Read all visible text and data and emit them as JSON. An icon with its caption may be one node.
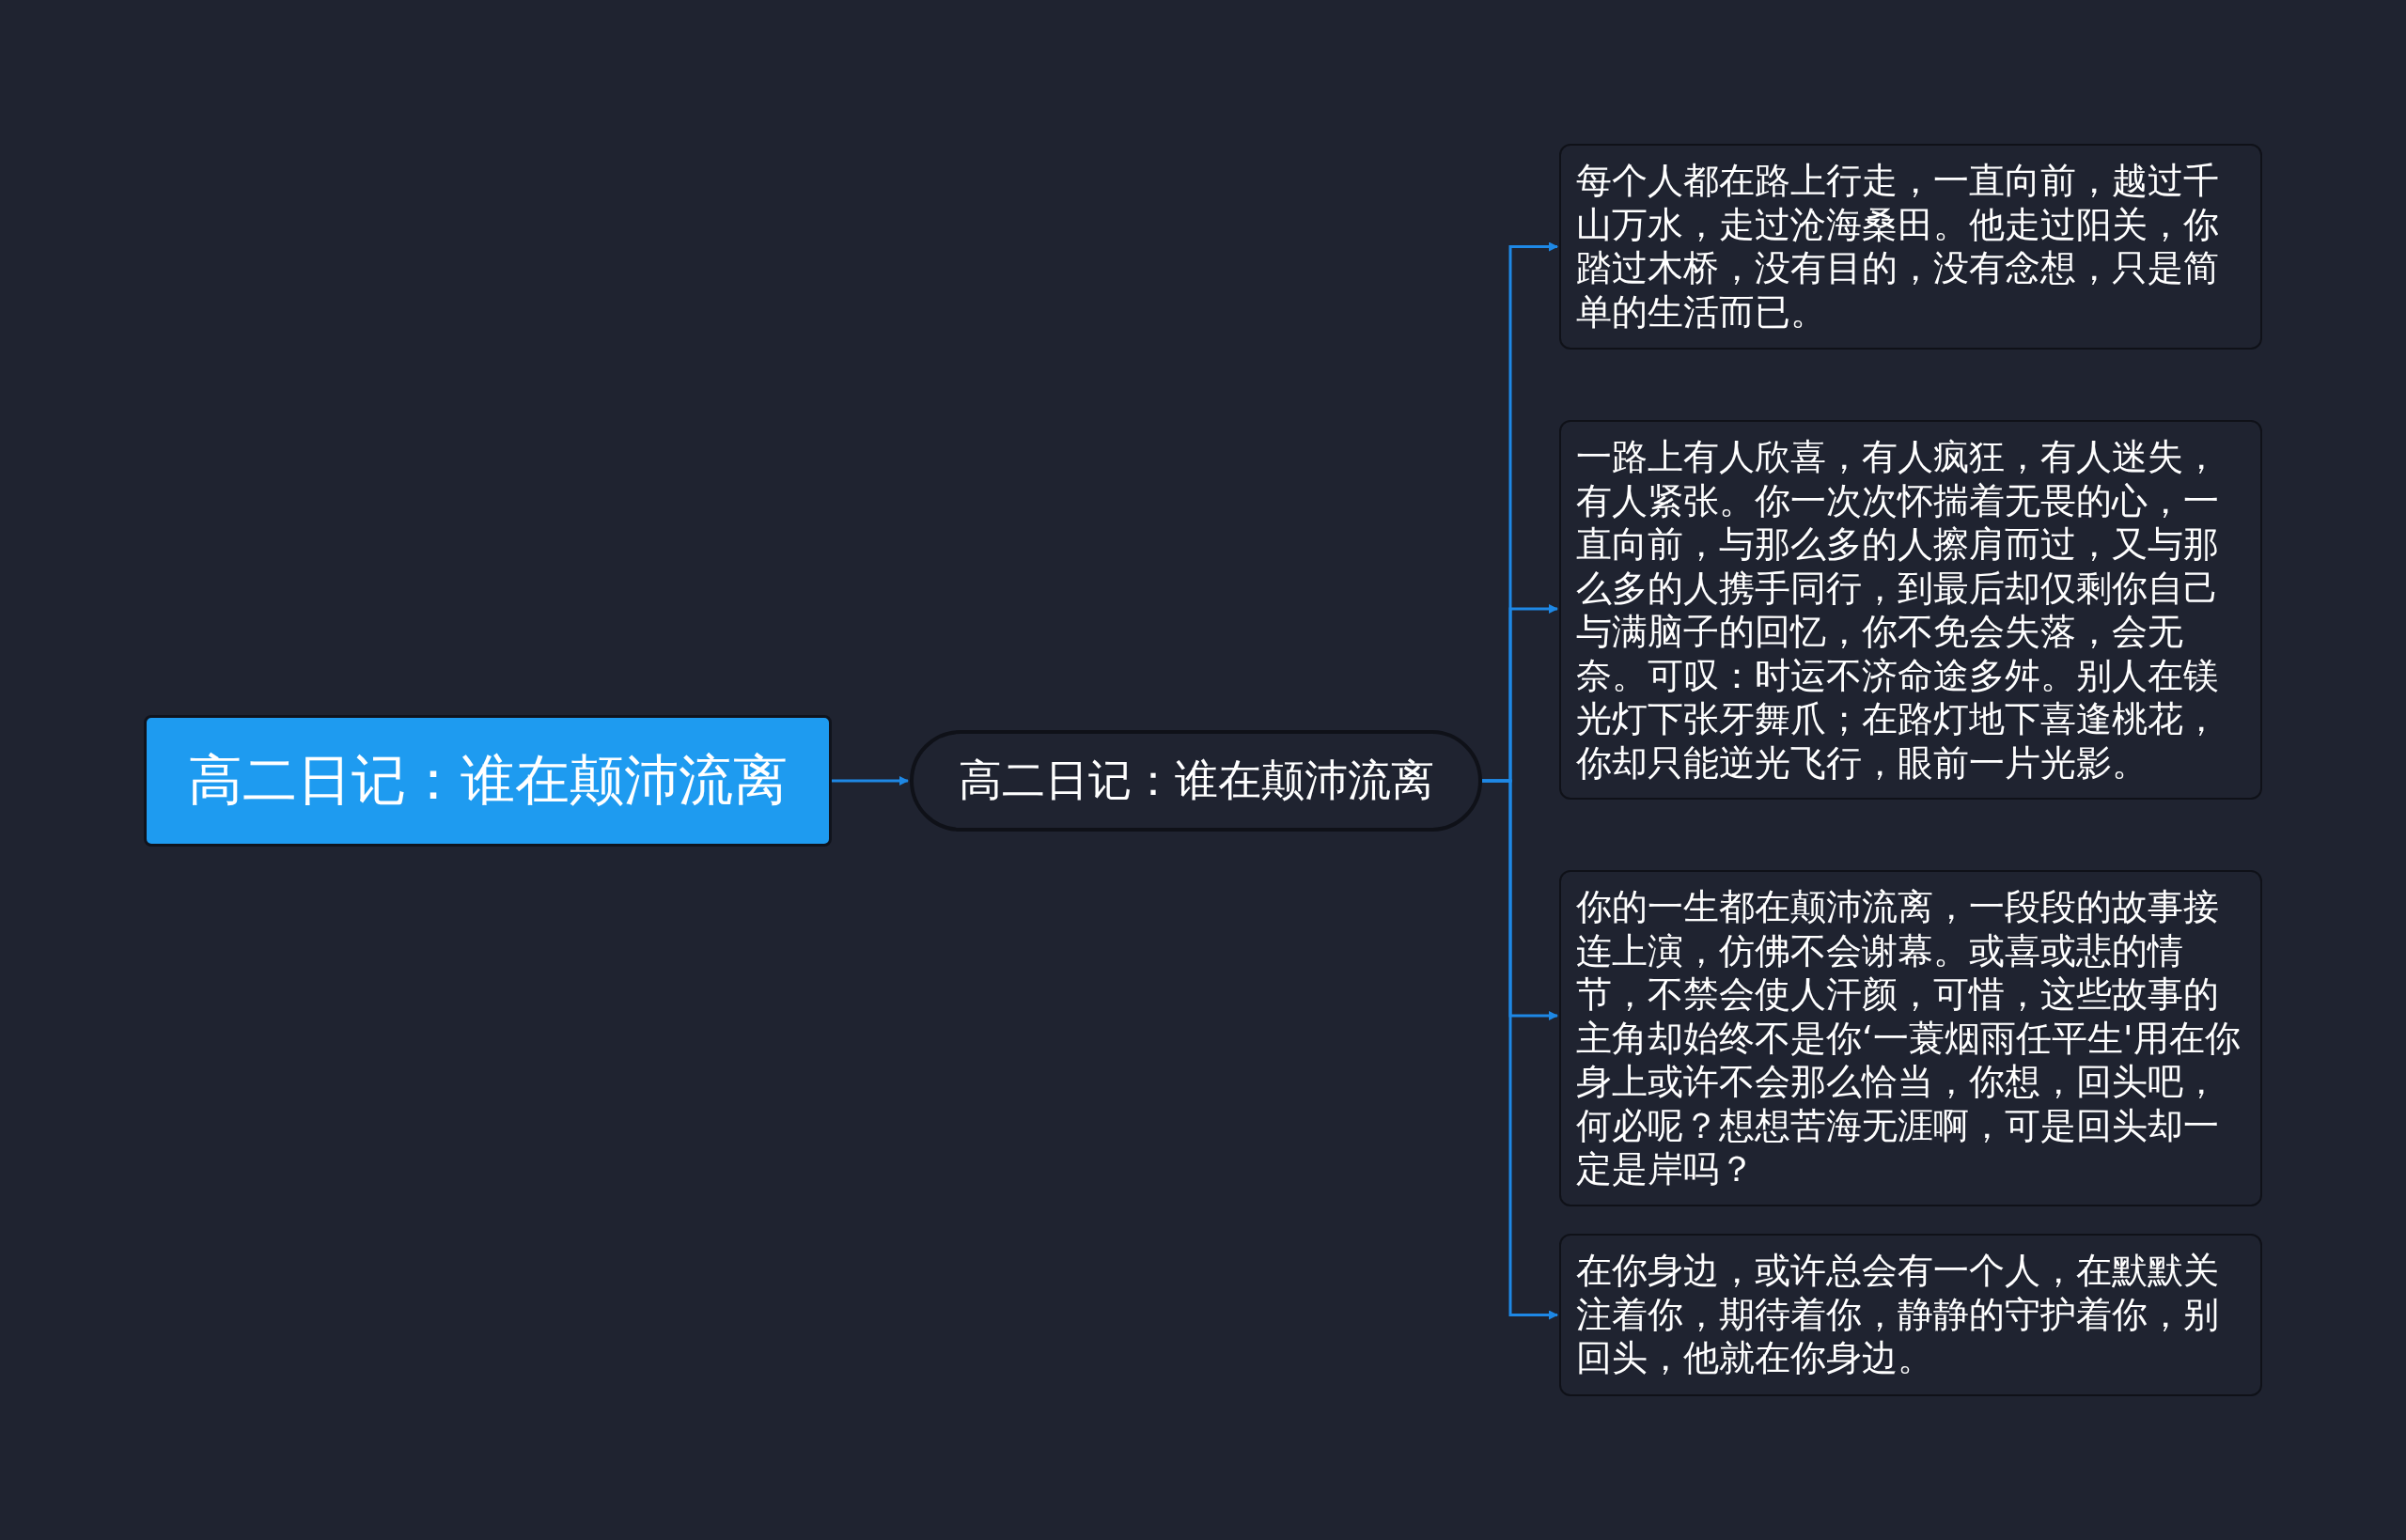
{
  "diagram": {
    "nodes": [
      {
        "text": [
          "高二日记：谁在颠沛流离"
        ]
      },
      {
        "text": [
          "高二日记：谁在颠沛流离"
        ]
      },
      {
        "text": [
          "每个人都在路上行走，一直向前，越过千山万水，走过沧海桑田。他走过阳关，你踏过木桥，没有目的，没有念想，只是简单的生活而已。"
        ]
      },
      {
        "text": [
          "一路上有人欣喜，有人疯狂，有人迷失，有人紧张。你一次次怀揣着无畏的心，一直向前，与那么多的人擦肩而过，又与那么多的人携手同行，到最后却仅剩你自己与满脑子的回忆，你不免会失落，会无奈。可叹：时运不济命途多舛。别人在镁光灯下张牙舞爪；在路灯地下喜逢桃花，你却只能逆光飞行，眼前一片光影。"
        ]
      },
      {
        "text": [
          "你的一生都在颠沛流离，一段段的故事接连上演，仿佛不会谢幕。或喜或悲的情节，不禁会使人汗颜，可惜，这些故事的主角却始终不是你‘一蓑烟雨任平生'用在你身上或许不会那么恰当，你想，回头吧，何必呢？想想苦海无涯啊，可是回头却一定是岸吗？"
        ]
      },
      {
        "text": [
          "在你身边，或许总会有一个人，在默默关注着你，期待着你，静静的守护着你，别回头，他就在你身边。"
        ]
      }
    ],
    "edges": [
      {
        "from": 0,
        "to": 1,
        "arrow": "to"
      },
      {
        "from": 1,
        "to": 2,
        "arrow": "to"
      },
      {
        "from": 1,
        "to": 3,
        "arrow": "to"
      },
      {
        "from": 1,
        "to": 4,
        "arrow": "to"
      },
      {
        "from": 1,
        "to": 5,
        "arrow": "to"
      }
    ]
  }
}
